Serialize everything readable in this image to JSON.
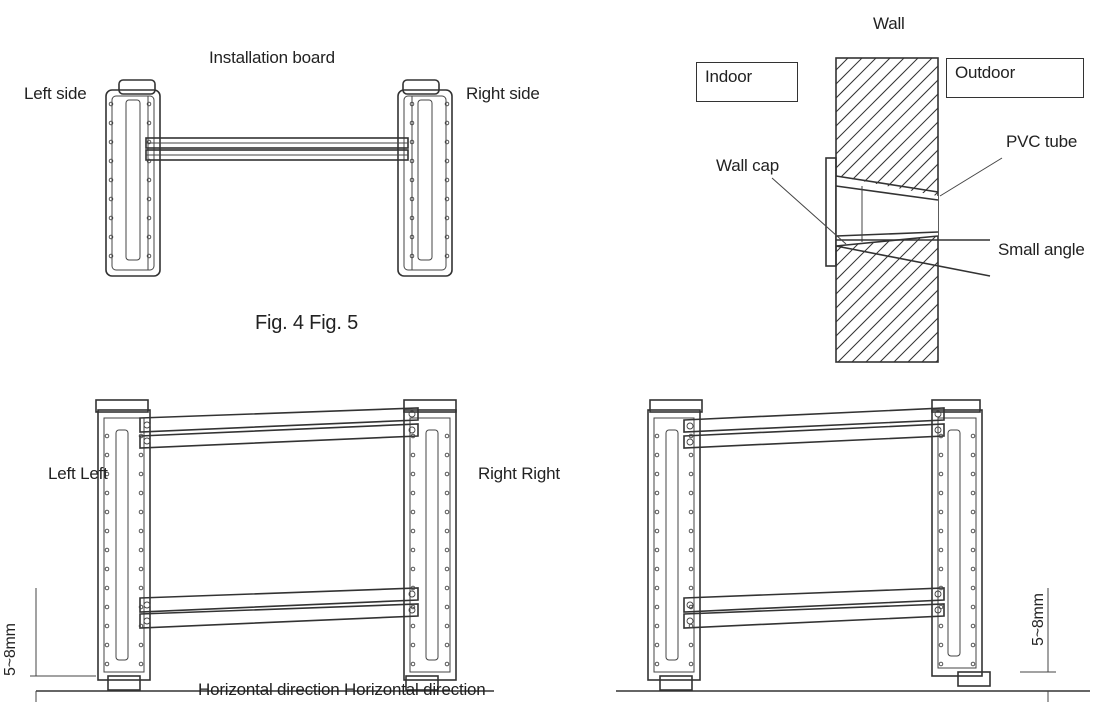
{
  "fig_top_left": {
    "title": "Installation board",
    "left_label": "Left side",
    "right_label": "Right side"
  },
  "fig_wall": {
    "wall_label": "Wall",
    "indoor_label": "Indoor",
    "outdoor_label": "Outdoor",
    "pvc_label": "PVC tube",
    "wallcap_label": "Wall cap",
    "angle_label": "Small angle"
  },
  "caption": "Fig. 4 Fig. 5",
  "fig_bottom_left": {
    "left_label": "Left Left",
    "right_label": "Right Right",
    "gap_label": "5~8mm"
  },
  "fig_bottom_right": {
    "gap_label": "5~8mm"
  },
  "bottom_caption": "Horizontal direction Horizontal direction"
}
